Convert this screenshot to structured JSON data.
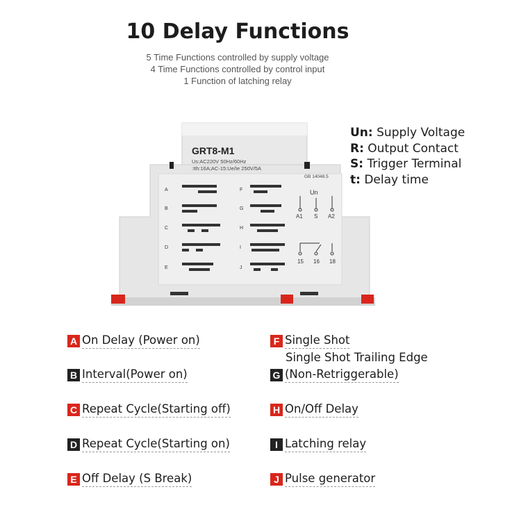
{
  "title": "10 Delay Functions",
  "subtitles": [
    "5 Time Functions controlled by supply voltage",
    "4 Time Functions controlled by control input",
    "1 Function of latching relay"
  ],
  "legend": [
    {
      "key": "Un:",
      "text": "Supply Voltage"
    },
    {
      "key": "R:",
      "text": "Output Contact"
    },
    {
      "key": "S:",
      "text": "Trigger Terminal"
    },
    {
      "key": "t:",
      "text": "Delay time"
    }
  ],
  "device": {
    "model": "GRT8-M1",
    "line1": "Us:AC220V 50Hz/60Hz",
    "line2": ":Ith:16A;AC-15:Ue/Ie 250V/5A",
    "standard": "GB 14048.5",
    "terminals_top": [
      "A1",
      "S",
      "A2"
    ],
    "terminals_un": "Un",
    "terminals_bottom": [
      "15",
      "16",
      "18"
    ],
    "left_letters": [
      "A",
      "B",
      "C",
      "D",
      "E"
    ],
    "right_letters": [
      "F",
      "G",
      "H",
      "I",
      "J"
    ],
    "colors": {
      "body": "#e6e6e6",
      "red_clip": "#d9261c"
    }
  },
  "functions": [
    {
      "letter": "A",
      "label": "On Delay (Power on)",
      "badge_color": "red"
    },
    {
      "letter": "B",
      "label": "Interval(Power on)",
      "badge_color": "dark"
    },
    {
      "letter": "C",
      "label": "Repeat Cycle(Starting off)",
      "badge_color": "red"
    },
    {
      "letter": "D",
      "label": "Repeat Cycle(Starting on)",
      "badge_color": "dark"
    },
    {
      "letter": "E",
      "label": "Off Delay (S Break)",
      "badge_color": "red"
    },
    {
      "letter": "F",
      "label": "Single Shot",
      "badge_color": "red"
    },
    {
      "letter": "G",
      "label": "(Non-Retriggerable)",
      "label_top": "Single Shot Trailing Edge",
      "badge_color": "dark"
    },
    {
      "letter": "H",
      "label": "On/Off Delay",
      "badge_color": "red"
    },
    {
      "letter": "I",
      "label": "Latching relay",
      "badge_color": "dark"
    },
    {
      "letter": "J",
      "label": "Pulse generator",
      "badge_color": "red"
    }
  ]
}
